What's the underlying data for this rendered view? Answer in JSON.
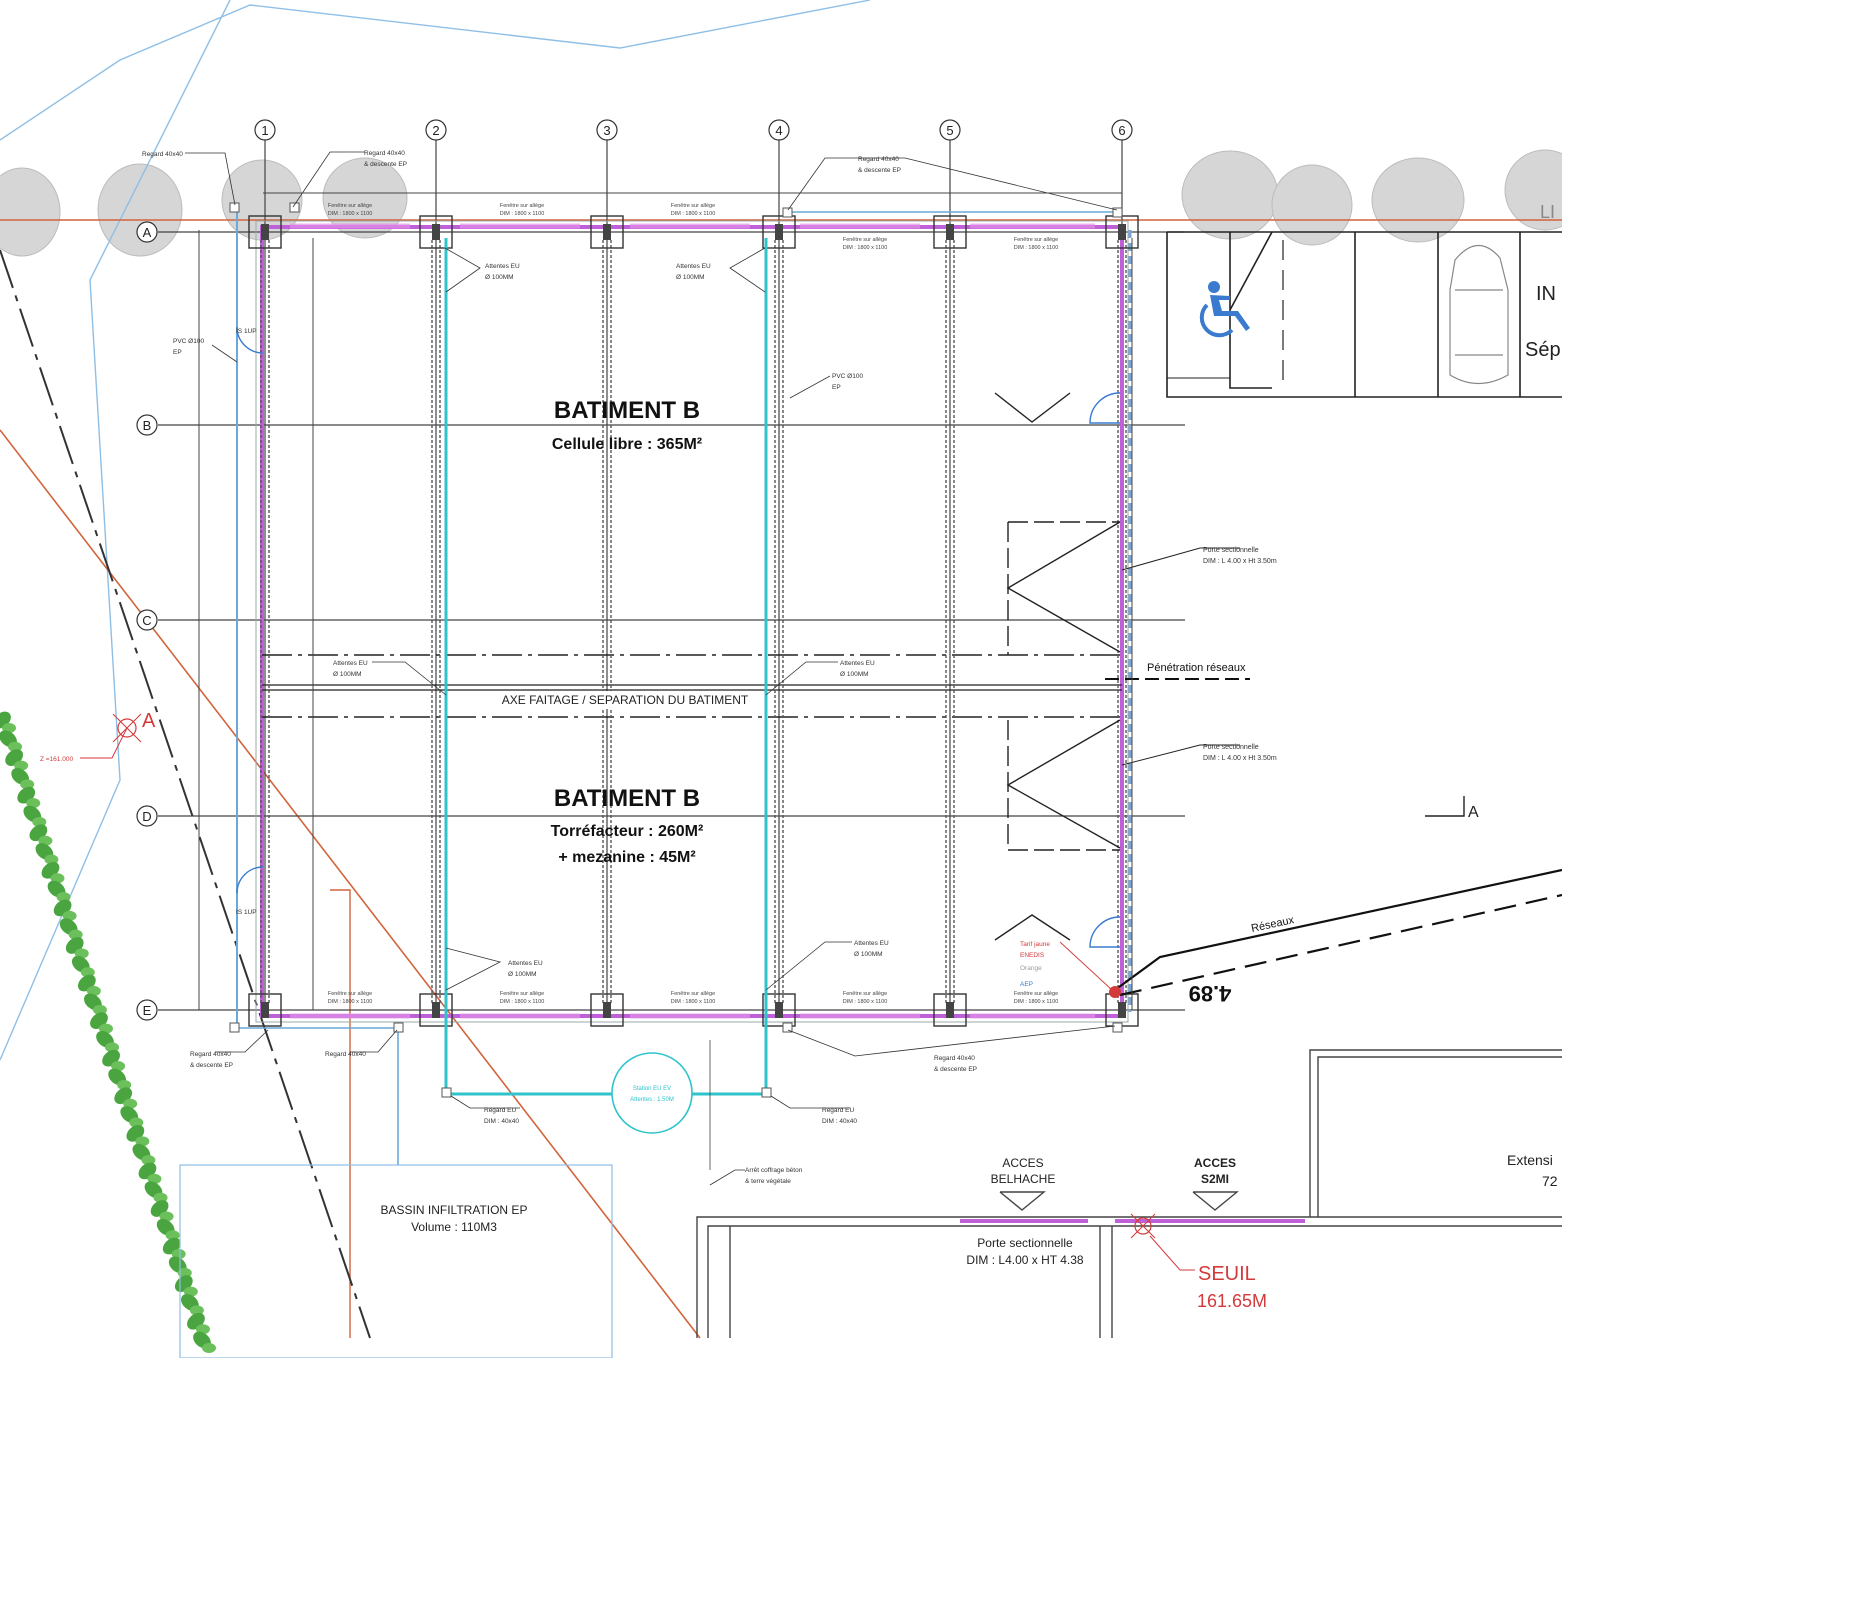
{
  "grid_axes": {
    "columns": [
      "1",
      "2",
      "3",
      "4",
      "5",
      "6"
    ],
    "rows": [
      "A",
      "B",
      "C",
      "D",
      "E"
    ]
  },
  "building_top": {
    "title": "BATIMENT B",
    "subtitle": "Cellule libre : 365M²"
  },
  "building_bottom": {
    "title": "BATIMENT B",
    "line1": "Torréfacteur : 260M²",
    "line2": "+ mezanine : 45M²"
  },
  "ridge_label": "AXE FAITAGE / SEPARATION DU BATIMENT",
  "network_label": "Pénétration réseaux",
  "network_line_label": "Réseaux",
  "door_callout": [
    "Porte sectionnelle",
    "DIM : L 4.00 x Ht 3.50m"
  ],
  "seuil": {
    "label": "SEUIL",
    "value": "161.65M"
  },
  "level_text": "4.89",
  "basin": {
    "title": "BASSIN INFILTRATION EP",
    "volume": "Volume : 110M3"
  },
  "access": {
    "belhache": [
      "ACCES",
      "BELHACHE"
    ],
    "s2mi": [
      "ACCES",
      "S2MI"
    ]
  },
  "sectional_door": [
    "Porte sectionnelle",
    "DIM : L4.00 x HT 4.38"
  ],
  "extension": [
    "Extensi",
    "72"
  ],
  "parking_text": [
    "IN",
    "Sép"
  ],
  "edge_text": "LI",
  "section_marker": "A",
  "section_marker_right": "A",
  "callouts": {
    "regard_descente": [
      "Regard 40x40",
      "& descente EP"
    ],
    "regard_40": "Regard 40x40",
    "regard_eu": [
      "Regard EU",
      "DIM : 40x40"
    ],
    "attentes_eu": [
      "Attentes EU",
      "Ø 100MM"
    ],
    "pvc": [
      "PVC Ø100",
      "EP"
    ],
    "fenetre": [
      "Fenêtre sur allège",
      "DIM : 1800 x 1100"
    ],
    "station": [
      "Station EU EV",
      "Attentes : 1.50M"
    ],
    "arret": [
      "Arrêt coffrage béton",
      "& terre végétale"
    ],
    "is": "IS 1UP",
    "z_level": "Z =161.000",
    "tarif": [
      "Tarif jaune",
      "ENEDIS"
    ],
    "orange": "Orange",
    "aep": "AEP"
  },
  "colors": {
    "grid": "#444444",
    "wall_magenta": "#c060d8",
    "pipe_cyan": "#2fc3cc",
    "pipe_blue": "#6aa9da",
    "boundary_orange": "#d2643c",
    "red": "#d43a3a",
    "hedge_green": "#4aa540",
    "handicap_blue": "#3a7bd0"
  }
}
